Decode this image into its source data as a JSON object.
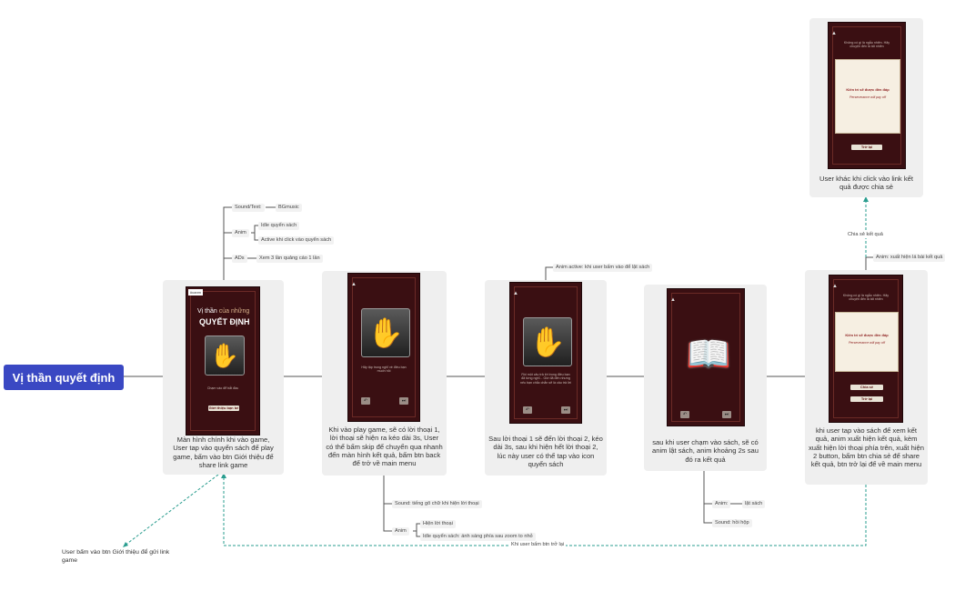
{
  "root": {
    "label": "Vị thần quyết định"
  },
  "screens": {
    "main": {
      "caption": "Màn hình chính khi vào game, User tap vào quyển sách để play game, bấm vào btn Giới thiệu để share link game",
      "tag": "#canm",
      "title_line1a": "Vị thần",
      "title_line1b": "của những",
      "title_line2": "QUYẾT ĐỊNH",
      "hint": "Chạm vào để bắt đầu",
      "share_btn": "Giới thiệu bạn bè"
    },
    "play": {
      "caption": "Khi vào play game, sẽ có lời thoại 1, lời thoại sẽ hiện ra kéo dài 3s, User có thể bấm skip để chuyển qua nhanh đến màn hình kết quả, bấm btn back để trở về main menu",
      "dialog": "Hãy tập trung nghĩ về điều bạn muốn hỏi"
    },
    "dialog2": {
      "caption": "Sau lời thoại 1 sẽ đến lời thoại 2, kéo dài 3s, sau khi hiện hết lời thoại 2, lúc này user có thể tap vào icon quyển sách",
      "dialog": "Rồi một câu trả lời trong điều bạn đã từng nghĩ... Giờ đã đến nhưng nếu bạn chắc chắn sẽ là câu trả lời"
    },
    "book": {
      "caption": "sau khi user chạm vào sách, sẽ có anim lật sách, anim khoảng 2s sau đó ra kết quả"
    },
    "result": {
      "caption": "khi user tap vào sách để xem kết quả, anim xuất hiện kết quả, kèm xuất hiện lời thoại phía trên, xuất hiện 2 button, bấm btn chia sẻ để share kết quả, btn trở lại để về main menu",
      "top_text": "Không có gì là ngẫu nhiên. Hãy chuyện đến là tất nhiên",
      "answer": "Kiên trì sẽ được đền đáp",
      "answer_en": "Perseverance will pay off",
      "share_btn": "Chia sẻ",
      "back_btn": "Trở lại"
    },
    "shared": {
      "caption": "User khác khi click vào link kết quả được chia sẻ",
      "top_text": "Không có gì là ngẫu nhiên. Hãy chuyện đến là tất nhiên",
      "answer": "Kiên trì sẽ được đền đáp",
      "answer_en": "Perseverance will pay off",
      "back_btn": "Trở lại"
    }
  },
  "labels": {
    "sound_text": "Sound/Text:",
    "bgmusic": "BGmusic",
    "anim": "Anim",
    "idle_book": "Idle quyển sách",
    "active_book": "Active khi click vào quyển sách",
    "ads": "ADs",
    "ads_note": "Xem 3 lần quảng cáo 1 lần",
    "sound_typing": "Sound: tiếng gõ chữ khi hiện lời thoại",
    "anim2": "Anim",
    "show_dialog": "Hiện lời thoại",
    "idle_glow": "Idle quyển sách: ánh sáng phía sau zoom to nhỏ",
    "anim_active": "Anim active: khi user bấm vào để lật sách",
    "anim3": "Anim:",
    "flip_book": "lật sách",
    "sound_suspense": "Sound: hồi hộp",
    "anim_result": "Anim: xuất hiện lá bài kết quả",
    "share_result": "Chia sẻ kết quả",
    "invite_note": "User bấm vào btn Giới thiệu để gửi link game",
    "back_note": "Khi user bấm btn trở lại"
  },
  "colors": {
    "root": "#3a48c3",
    "card": "#efefef",
    "connector": "#555555",
    "dashed": "#2a9d8f",
    "phone": "#3a0f12"
  }
}
